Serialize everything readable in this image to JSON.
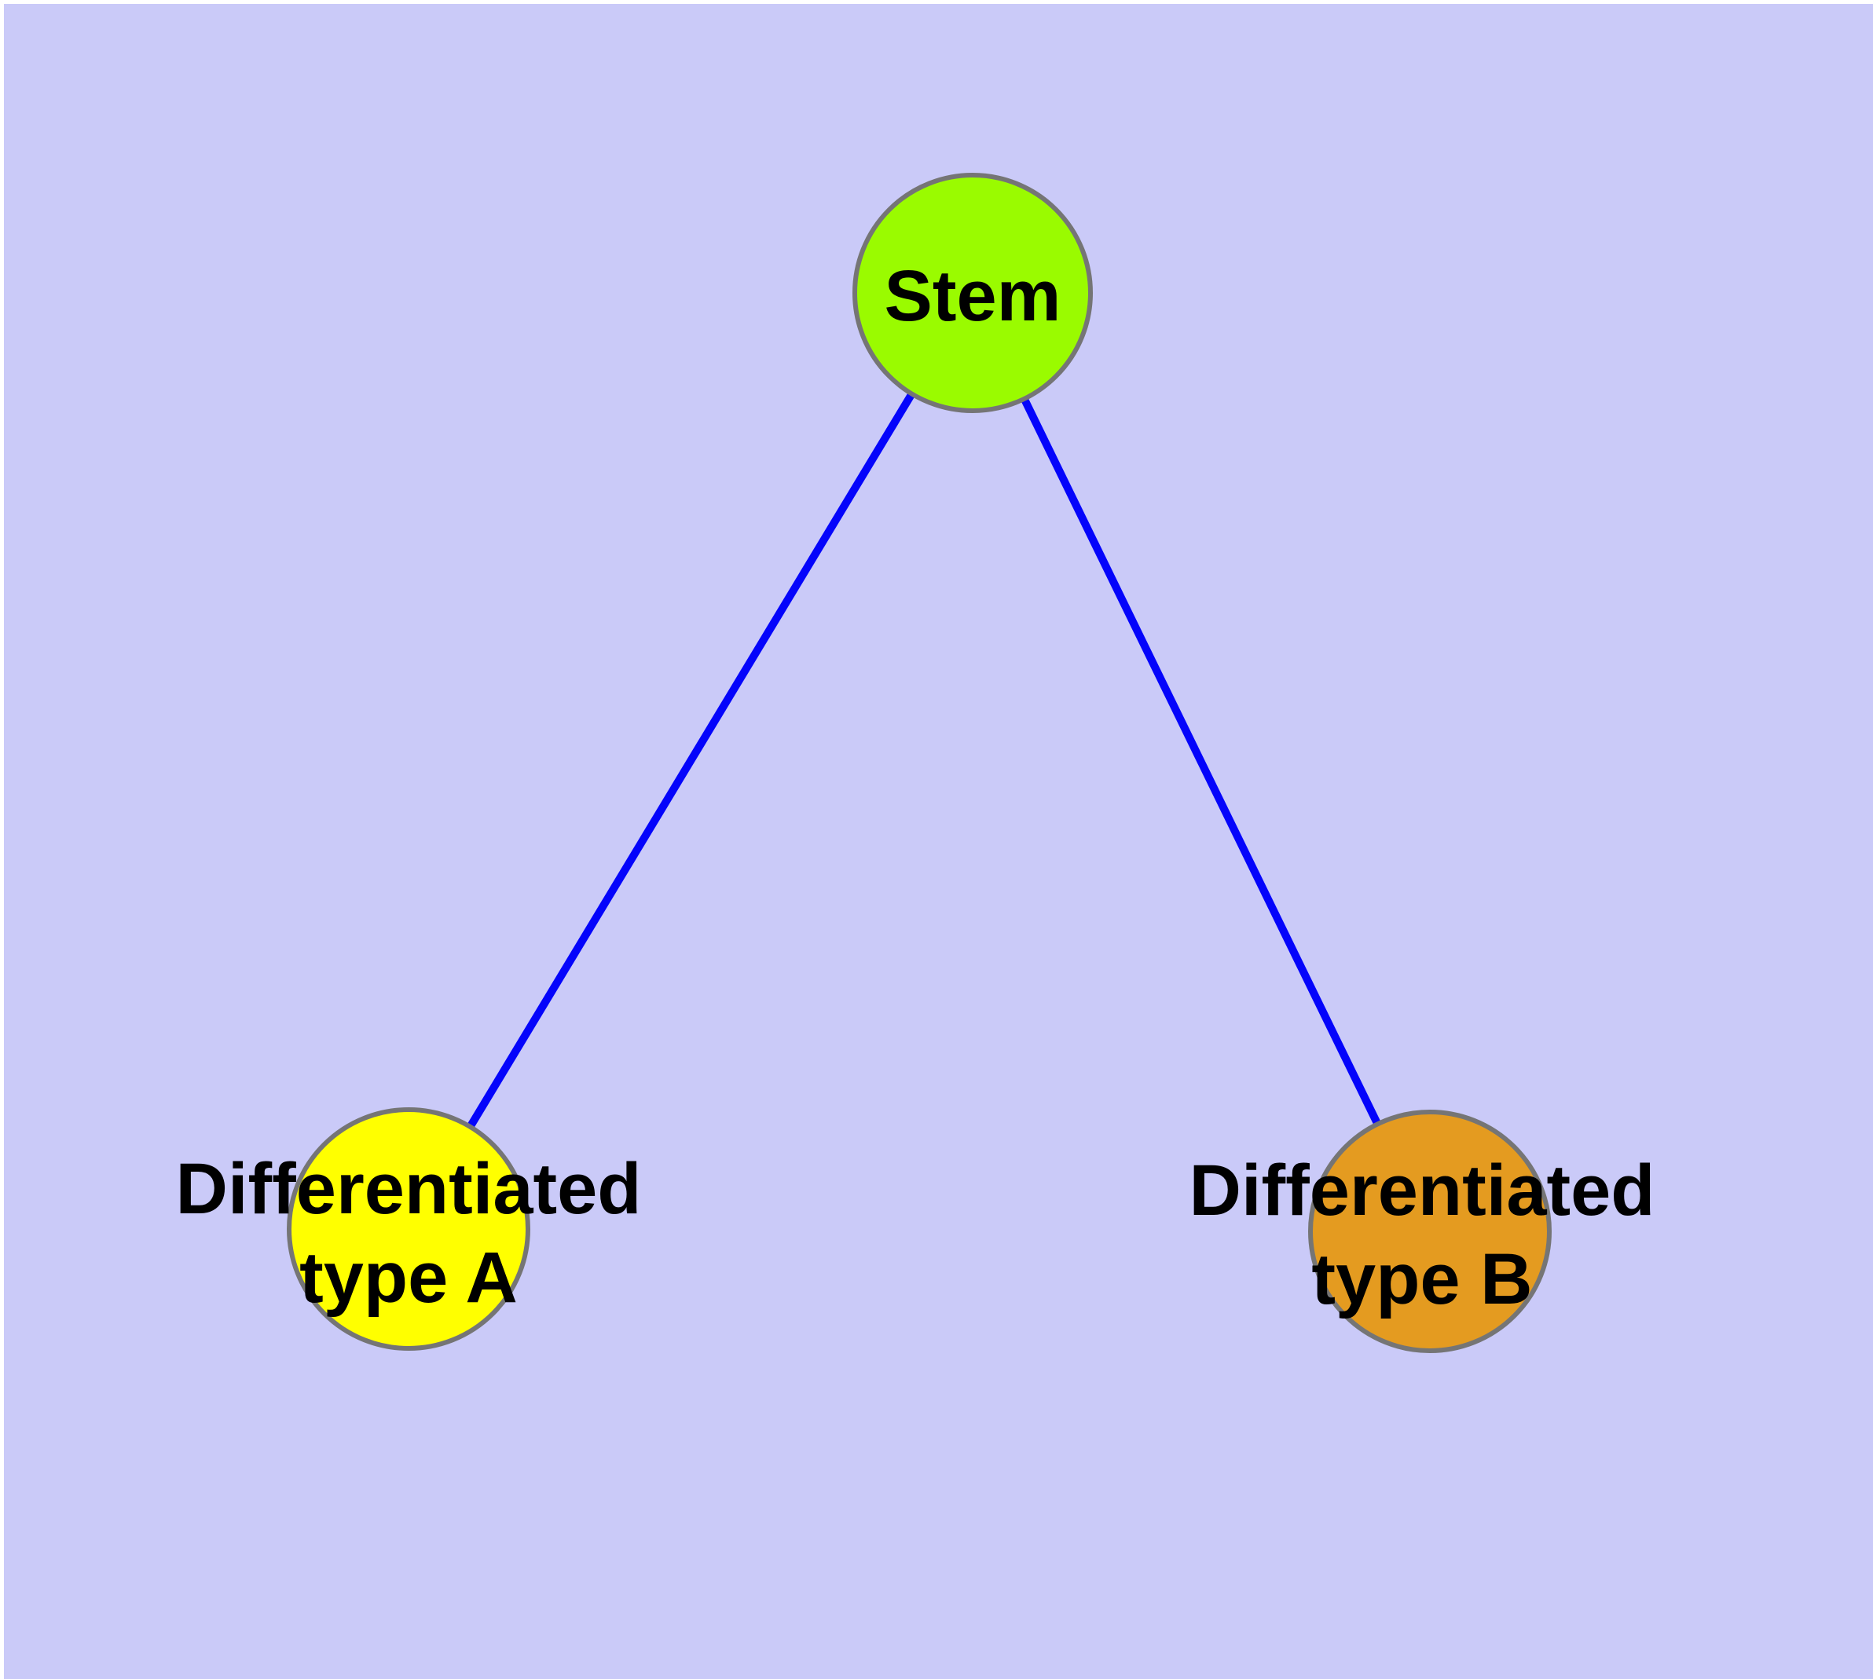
{
  "diagram": {
    "type": "node-link-graph",
    "colors": {
      "background": "#cacaf8",
      "page_margin": "#ffffff",
      "edge": "#0404fb",
      "node_border": "#757575",
      "label_text": "#000000",
      "stem_fill": "#9afb00",
      "type_a_fill": "#ffff00",
      "type_b_fill": "#e49b20"
    },
    "nodes": {
      "stem": {
        "label": "Stem",
        "fill": "#9afb00"
      },
      "type_a": {
        "label": "Differentiated type A",
        "label_line1": "Differentiated",
        "label_line2": "type A",
        "fill": "#ffff00"
      },
      "type_b": {
        "label": "Differentiated type B",
        "label_line1": "Differentiated",
        "label_line2": "type B",
        "fill": "#e49b20"
      }
    },
    "edges": [
      {
        "from": "Stem",
        "to": "Differentiated type A"
      },
      {
        "from": "Stem",
        "to": "Differentiated type B"
      }
    ]
  }
}
